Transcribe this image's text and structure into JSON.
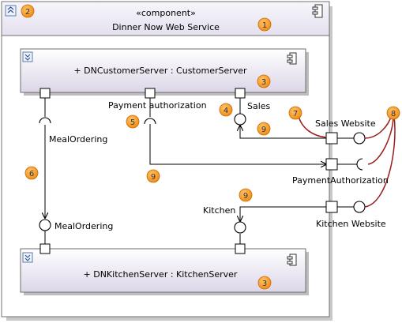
{
  "outer_component": {
    "stereotype": "«component»",
    "name": "Dinner Now Web Service"
  },
  "parts": {
    "customer_server": "+ DNCustomerServer : CustomerServer",
    "kitchen_server": "+ DNKitchenServer : KitchenServer"
  },
  "interface_labels": {
    "payment_authorization_required": "Payment authorization",
    "sales_provided": "Sales",
    "meal_ordering_required": "MealOrdering",
    "meal_ordering_provided": "MealOrdering",
    "kitchen_provided": "Kitchen"
  },
  "port_labels": {
    "sales_website": "Sales Website",
    "payment_authorization": "PaymentAuthorization",
    "kitchen_website": "Kitchen Website"
  },
  "callouts": {
    "c1": "1",
    "c2": "2",
    "c3a": "3",
    "c3b": "3",
    "c4": "4",
    "c5": "5",
    "c6": "6",
    "c7": "7",
    "c8": "8",
    "c9a": "9",
    "c9b": "9",
    "c9c": "9"
  },
  "colors": {
    "callout_fill": "#f7941d",
    "callout_stroke": "#c86a00",
    "delegation_line": "#9b1c1c",
    "part_gradient_top": "#ffffff",
    "part_gradient_bottom": "#dcd6e8",
    "outer_header": "#e9e6f0",
    "shadow": "#b9b9b9"
  }
}
